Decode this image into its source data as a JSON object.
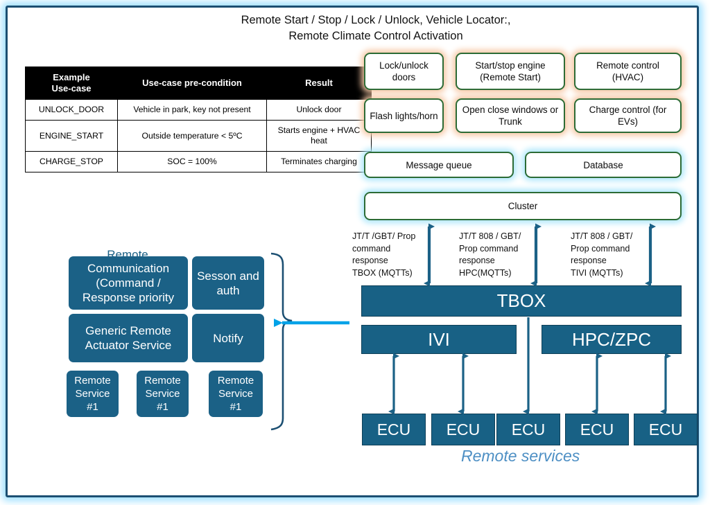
{
  "diagram": {
    "title_line1": "Remote Start / Stop / Lock / Unlock, Vehicle Locator:,",
    "title_line2": "Remote Climate Control Activation",
    "caption": "Remote services",
    "colors": {
      "frame_border": "#1b4f72",
      "frame_glow": "#9fe0ff",
      "card_border": "#2c6b35",
      "card_glow_peach": "#f7c9a6",
      "card_glow_cyan": "#aee8fb",
      "block_fill": "#186185",
      "tile_fill": "#1b6186",
      "arrow": "#1b6186",
      "highlight_arrow": "#00a2e8",
      "caption_text": "#4d8fc4"
    }
  },
  "table": {
    "headers": [
      "Example\nUse-case",
      "Use-case  pre-condition",
      "Result"
    ],
    "header_1_line1": "Example",
    "header_1_line2": "Use-case",
    "header_2": "Use-case  pre-condition",
    "header_3": "Result",
    "rows": [
      {
        "use_case": "UNLOCK_DOOR",
        "pre_condition": "Vehicle in park, key not present",
        "result": "Unlock  door"
      },
      {
        "use_case": "ENGINE_START",
        "pre_condition": "Outside temperature < 5ºC",
        "result": "Starts engine + HVAC heat"
      },
      {
        "use_case": "CHARGE_STOP",
        "pre_condition": "SOC = 100%",
        "result": "Terminates charging"
      }
    ]
  },
  "feature_cards": [
    {
      "label": "Lock/unlock doors",
      "glow": "peach"
    },
    {
      "label": "Start/stop engine (Remote Start)",
      "glow": "peach"
    },
    {
      "label": "Remote control (HVAC)",
      "glow": "peach"
    },
    {
      "label": "Flash lights/horn",
      "glow": "peach"
    },
    {
      "label": "Open close windows or Trunk",
      "glow": "peach"
    },
    {
      "label": "Charge control (for EVs)",
      "glow": "peach"
    }
  ],
  "backend_cards": [
    {
      "label": "Message queue",
      "glow": "cyan"
    },
    {
      "label": "Database",
      "glow": "cyan"
    },
    {
      "label": "Cluster",
      "glow": "cyan"
    }
  ],
  "protocol_labels": [
    {
      "text": "JT/T /GBT/ Prop\ncommand\nresponse\nTBOX (MQTTs)"
    },
    {
      "text": "JT/T 808 / GBT/\nProp command\nresponse\nHPC(MQTTs)"
    },
    {
      "text": "JT/T 808 / GBT/\nProp command\nresponse\nTIVI (MQTTs)"
    }
  ],
  "platform_blocks": [
    {
      "label": "TBOX"
    },
    {
      "label": "IVI"
    },
    {
      "label": "HPC/ZPC"
    }
  ],
  "ecus": [
    {
      "label": "ECU"
    },
    {
      "label": "ECU"
    },
    {
      "label": "ECU"
    },
    {
      "label": "ECU"
    },
    {
      "label": "ECU"
    }
  ],
  "service_tiles": [
    {
      "label": "Communication (Command / Response priority",
      "overflow_label": "Remote",
      "size": "normal"
    },
    {
      "label": "Sesson and auth",
      "size": "normal"
    },
    {
      "label": "Generic Remote Actuator Service",
      "size": "normal"
    },
    {
      "label": "Notify",
      "size": "normal"
    },
    {
      "label": "Remote Service #1",
      "size": "small"
    },
    {
      "label": "Remote Service #1",
      "size": "small"
    },
    {
      "label": "Remote Service #1",
      "size": "small"
    }
  ]
}
